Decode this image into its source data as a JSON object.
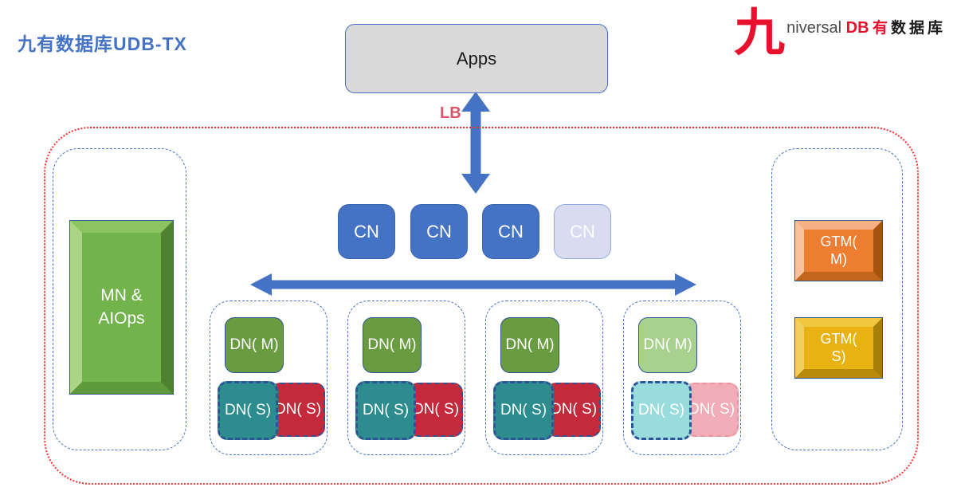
{
  "page": {
    "title": "九有数据库UDB-TX"
  },
  "logo": {
    "glyph": "九",
    "brand_gray": "niversal",
    "brand_red": "DB",
    "sub_red": "有",
    "sub_black": "数据库"
  },
  "apps": {
    "label": "Apps"
  },
  "lb": {
    "label": "LB"
  },
  "cn": {
    "nodes": [
      {
        "label": "CN",
        "state": "active"
      },
      {
        "label": "CN",
        "state": "active"
      },
      {
        "label": "CN",
        "state": "active"
      },
      {
        "label": "CN",
        "state": "inactive"
      }
    ]
  },
  "mn": {
    "line1": "MN &",
    "line2": "AIOps"
  },
  "gtm": {
    "master_line1": "GTM(",
    "master_line2": "M)",
    "standby_line1": "GTM(",
    "standby_line2": "S)"
  },
  "dn_groups": [
    {
      "state": "active",
      "master_line1": "DN(",
      "master_line2": "M)",
      "standby1_line1": "DN(",
      "standby1_line2": "S)",
      "standby2_line1": "DN(",
      "standby2_line2": "S)"
    },
    {
      "state": "active",
      "master_line1": "DN(",
      "master_line2": "M)",
      "standby1_line1": "DN(",
      "standby1_line2": "S)",
      "standby2_line1": "DN(",
      "standby2_line2": "S)"
    },
    {
      "state": "active",
      "master_line1": "DN(",
      "master_line2": "M)",
      "standby1_line1": "DN(",
      "standby1_line2": "S)",
      "standby2_line1": "DN(",
      "standby2_line2": "S)"
    },
    {
      "state": "inactive",
      "master_line1": "DN(",
      "master_line2": "M)",
      "standby1_line1": "DN(",
      "standby1_line2": "S)",
      "standby2_line1": "DN(",
      "standby2_line2": "S)"
    }
  ],
  "colors": {
    "accent_blue": "#4472C4",
    "navy_border": "#2F5496",
    "title_blue": "#4472C4",
    "lb_red": "#E0536B",
    "zone_dotted_red": "#FB3232",
    "apps_gray": "#D9D9D9",
    "cn_blue": "#4472C4",
    "cn_inactive_lavender": "#D9DCF0",
    "dn_master_green": "#699B41",
    "dn_standby_teal": "#2C8C8E",
    "dn_standby_red": "#C4293C",
    "dn_master_green_light": "#A9D18E",
    "dn_standby_teal_light": "#98DCDE",
    "dn_standby_pink_light": "#F2ACB7",
    "mn_green": "#72B34C",
    "gtm_master_orange": "#ED7D31",
    "gtm_standby_gold": "#E8B213",
    "logo_red": "#E8112D"
  }
}
